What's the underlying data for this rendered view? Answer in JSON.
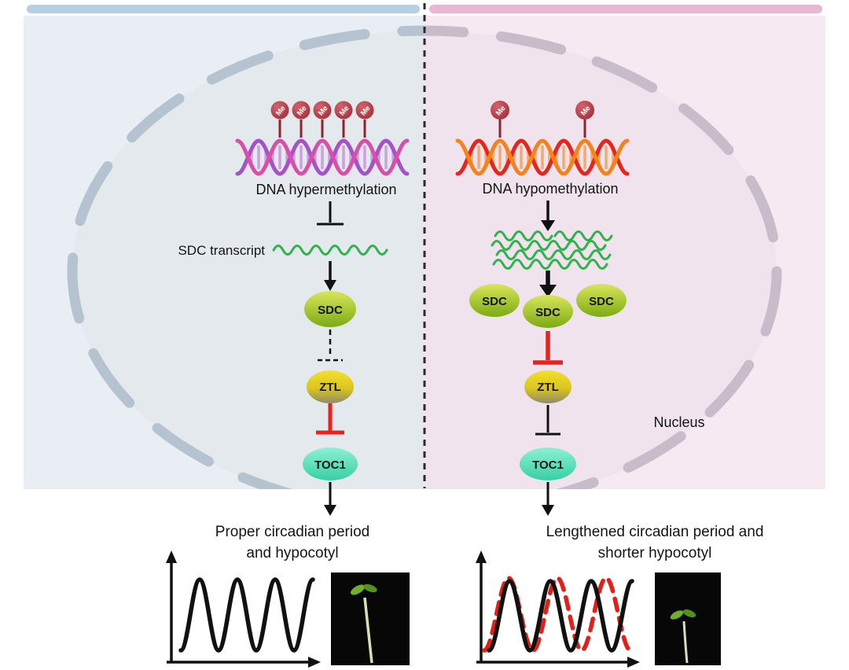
{
  "nucleus": {
    "label": "Nucleus"
  },
  "left": {
    "dna_label": "DNA hypermethylation",
    "me_marks": [
      "Me",
      "Me",
      "Me",
      "Me",
      "Me"
    ],
    "transcript_label": "SDC transcript",
    "sdc_label": "SDC",
    "ztl_label": "ZTL",
    "toc1_label": "TOC1",
    "outcome_line1": "Proper circadian period",
    "outcome_line2": "and hypocotyl"
  },
  "right": {
    "dna_label": "DNA hypomethylation",
    "me_marks": [
      "Me",
      "Me"
    ],
    "sdc_labels": [
      "SDC",
      "SDC",
      "SDC"
    ],
    "ztl_label": "ZTL",
    "toc1_label": "TOC1",
    "outcome_line1": "Lengthened circadian period and",
    "outcome_line2": "shorter hypocotyl"
  },
  "colors": {
    "left_bg": "#e9eef4",
    "right_bg": "#f6e9f2",
    "left_top_bar": "#b6cfe2",
    "right_top_bar": "#eab6d2",
    "membrane_left": "#b4c3cf",
    "membrane_right": "#c9bcca",
    "dna_left_strand_1": "#a452c8",
    "dna_left_strand_2": "#d84fa8",
    "dna_right_strand_1": "#e6251c",
    "dna_right_strand_2": "#f5831d",
    "methyl_mark": "#b8323e",
    "transcript_green": "#2eb34b",
    "sdc_oval_green": "#8db51e",
    "ztl_oval_yellow": "#e3cd1f",
    "toc1_oval_teal": "#4fdcb4",
    "inhibition_red": "#e8231e",
    "wave_black": "#111111",
    "wave_red": "#e31f1a"
  }
}
